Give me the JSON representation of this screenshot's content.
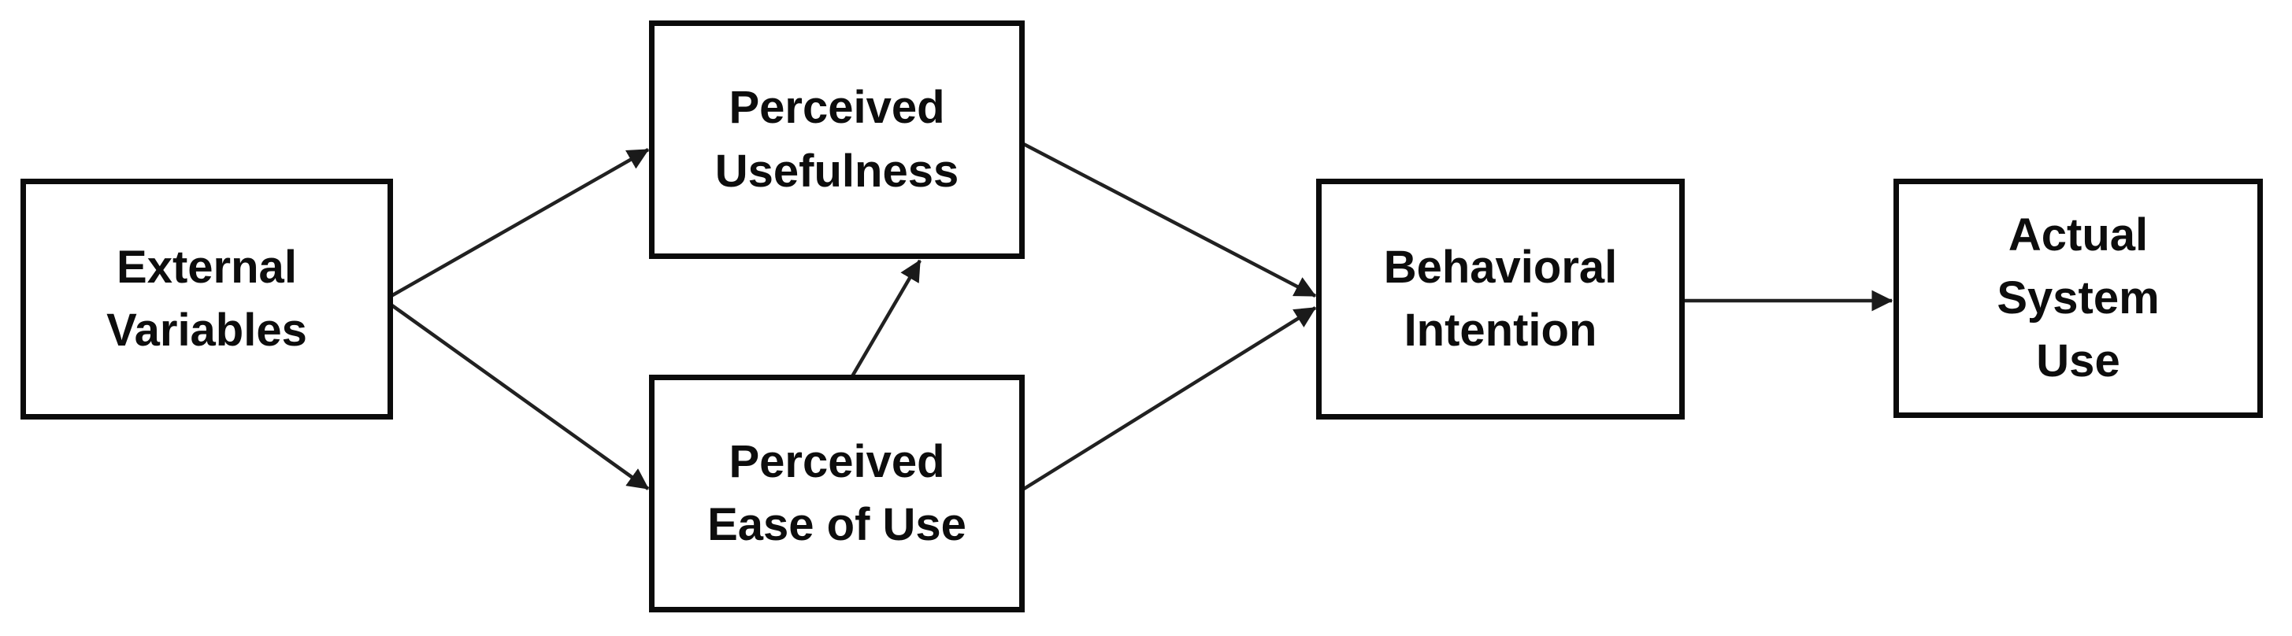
{
  "diagram": {
    "nodes": [
      {
        "id": "external-variables",
        "label": "External\nVariables"
      },
      {
        "id": "perceived-usefulness",
        "label": "Perceived\nUsefulness"
      },
      {
        "id": "perceived-ease-of-use",
        "label": "Perceived\nEase of Use"
      },
      {
        "id": "behavioral-intention",
        "label": "Behavioral\nIntention"
      },
      {
        "id": "actual-system-use",
        "label": "Actual\nSystem\nUse"
      }
    ],
    "edges": [
      {
        "from": "external-variables",
        "to": "perceived-usefulness"
      },
      {
        "from": "external-variables",
        "to": "perceived-ease-of-use"
      },
      {
        "from": "perceived-ease-of-use",
        "to": "perceived-usefulness"
      },
      {
        "from": "perceived-usefulness",
        "to": "behavioral-intention"
      },
      {
        "from": "perceived-ease-of-use",
        "to": "behavioral-intention"
      },
      {
        "from": "behavioral-intention",
        "to": "actual-system-use"
      }
    ],
    "colors": {
      "background": "#ffffff",
      "box_border": "#0b0b0b",
      "box_fill": "#ffffff",
      "text": "#0d0d0d",
      "arrow": "#212121"
    }
  }
}
